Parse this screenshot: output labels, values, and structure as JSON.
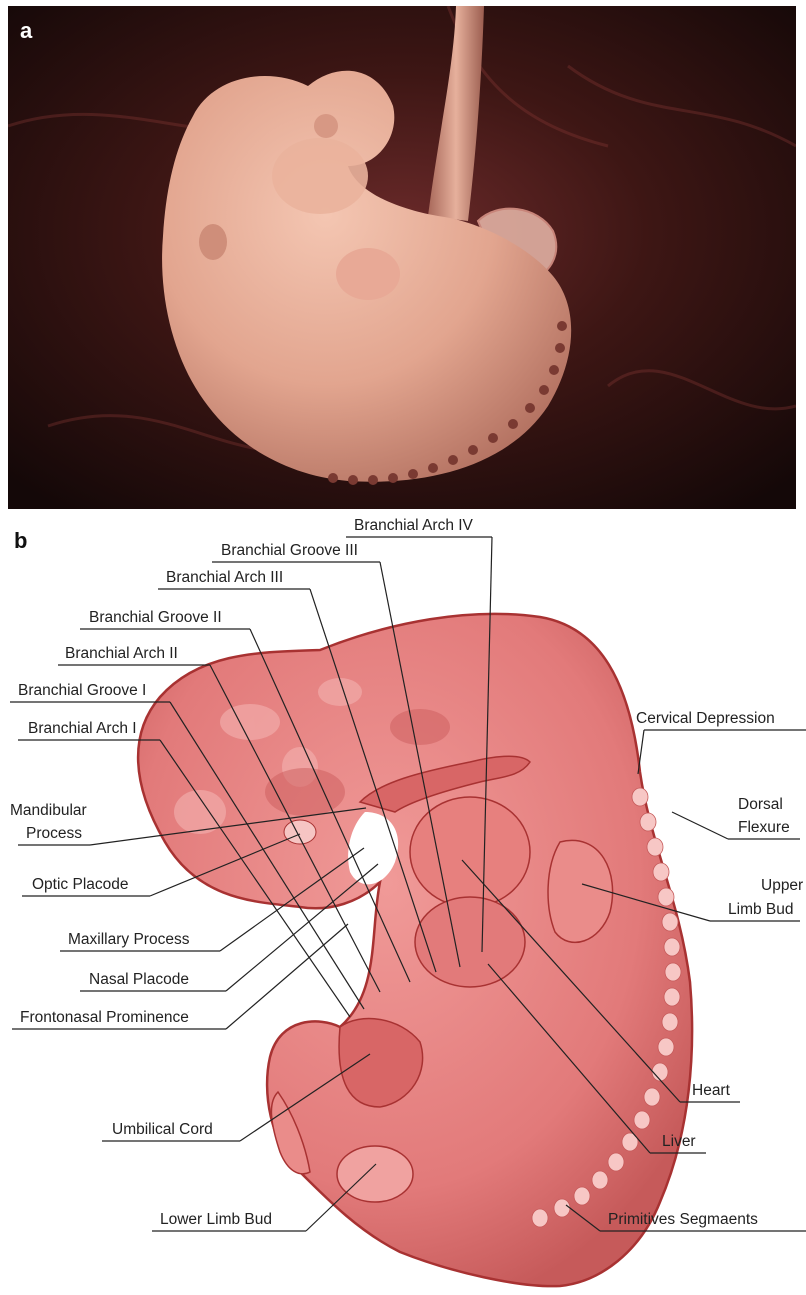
{
  "panel_a": {
    "letter": "a",
    "colors": {
      "background_dark": "#1a0c0c",
      "background_glow": "#6b2a2a",
      "embryo_skin": "#e2a58f"
    }
  },
  "panel_b": {
    "letter": "b",
    "colors": {
      "embryo_fill": "#e27a7a",
      "embryo_outline": "#a83232",
      "label_text": "#222222"
    },
    "labels": {
      "branchial_arch_iv": "Branchial Arch IV",
      "branchial_groove_iii": "Branchial Groove III",
      "branchial_arch_iii": "Branchial Arch III",
      "branchial_groove_ii": "Branchial Groove II",
      "branchial_arch_ii": "Branchial Arch II",
      "branchial_groove_i": "Branchial Groove I",
      "branchial_arch_i": "Branchial Arch I",
      "mandibular_process_1": "Mandibular",
      "mandibular_process_2": "Process",
      "optic_placode": "Optic Placode",
      "maxillary_process": "Maxillary Process",
      "nasal_placode": "Nasal Placode",
      "frontonasal_prominence": "Frontonasal Prominence",
      "umbilical_cord": "Umbilical Cord",
      "lower_limb_bud": "Lower Limb Bud",
      "cervical_depression": "Cervical Depression",
      "dorsal_flexure_1": "Dorsal",
      "dorsal_flexure_2": "Flexure",
      "upper_limb_bud_1": "Upper",
      "upper_limb_bud_2": "Limb Bud",
      "heart": "Heart",
      "liver": "Liver",
      "primitive_segments": "Primitives Segmaents"
    }
  }
}
